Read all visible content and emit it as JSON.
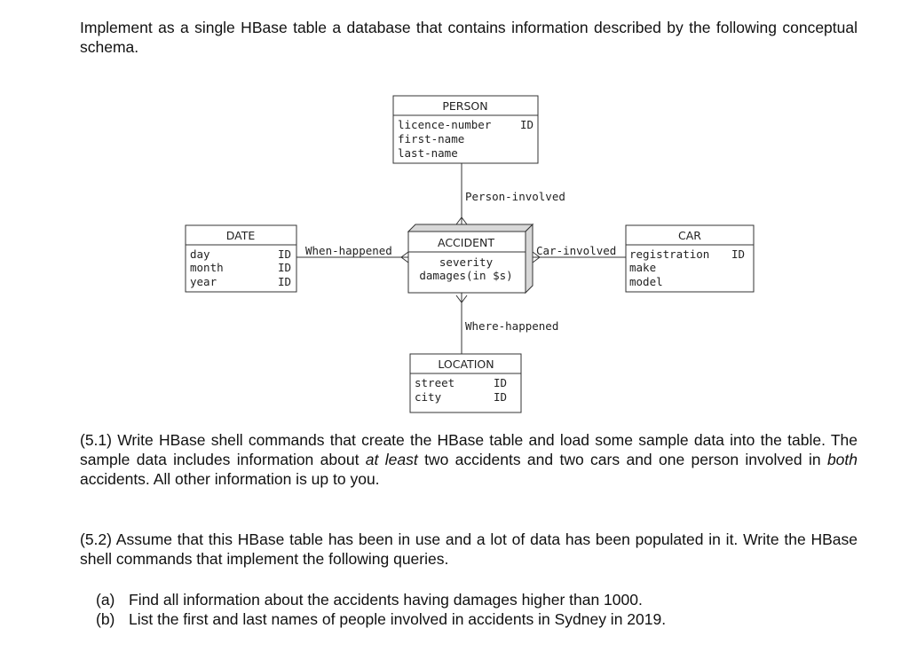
{
  "intro": "Implement as a single HBase table a database that contains information described by the following conceptual schema.",
  "diagram": {
    "person": {
      "title": "PERSON",
      "attrs": [
        "licence-number",
        "first-name",
        "last-name"
      ],
      "id_marks": [
        "ID"
      ]
    },
    "relationships": {
      "person_involved": "Person-involved",
      "when_happened": "When-happened",
      "car_involved": "Car-involved",
      "where_happened": "Where-happened"
    },
    "date": {
      "title": "DATE",
      "attrs": [
        "day",
        "month",
        "year"
      ],
      "id_marks": [
        "ID",
        "ID",
        "ID"
      ]
    },
    "accident": {
      "title": "ACCIDENT",
      "attrs": [
        "severity",
        "damages(in $s)"
      ]
    },
    "car": {
      "title": "CAR",
      "attrs": [
        "registration",
        "make",
        "model"
      ],
      "id_marks": [
        "ID"
      ]
    },
    "location": {
      "title": "LOCATION",
      "attrs": [
        "street",
        "city"
      ],
      "id_marks": [
        "ID",
        "ID"
      ]
    }
  },
  "q51": {
    "before": "(5.1) Write HBase shell commands that create the HBase table and load some sample data into the table. The sample data includes information about ",
    "em1": "at least",
    "middle": " two accidents and two cars and one person involved in ",
    "em2": "both",
    "after": " accidents. All other information is up to you."
  },
  "q52": "(5.2) Assume that this HBase table has been in use and a lot of data has been populated in it. Write the HBase shell commands that implement the following queries.",
  "queries": [
    {
      "label": "(a)",
      "text": "Find all information about the accidents having damages higher than 1000."
    },
    {
      "label": "(b)",
      "text": "List the first and last names of people involved in accidents in Sydney in 2019."
    }
  ]
}
